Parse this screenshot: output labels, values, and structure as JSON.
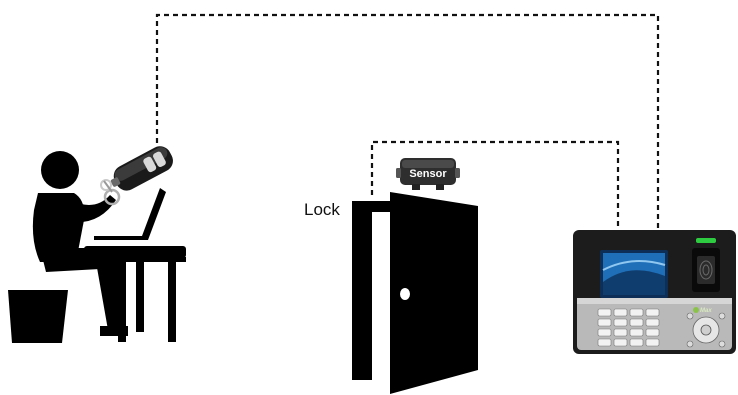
{
  "labels": {
    "lock": "Lock",
    "sensor": "Sensor",
    "device_brand": "Max"
  },
  "colors": {
    "connector": "#111111",
    "silhouette": "#000000",
    "terminal_screen": "#1f6fb8",
    "fingerprint_led": "#2ecc40",
    "sensor_body": "#333333"
  },
  "icons": [
    "person-at-laptop-icon",
    "remote-key-fob-icon",
    "door-icon",
    "sensor-icon",
    "biometric-terminal-icon"
  ]
}
